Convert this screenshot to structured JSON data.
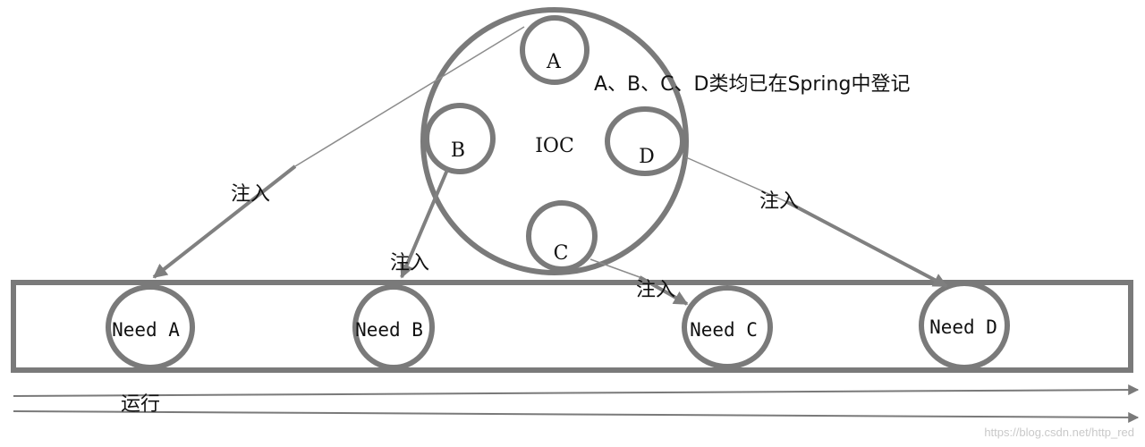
{
  "ioc": {
    "label": "IOC",
    "beans": [
      "A",
      "B",
      "C",
      "D"
    ],
    "note": "A、B、C、D类均已在Spring中登记"
  },
  "consumers": [
    {
      "label": "Need A"
    },
    {
      "label": "Need B"
    },
    {
      "label": "Need C"
    },
    {
      "label": "Need D"
    }
  ],
  "edges": [
    {
      "label": "注入"
    },
    {
      "label": "注入"
    },
    {
      "label": "注入"
    },
    {
      "label": "注入"
    }
  ],
  "runtime_label": "运行",
  "watermark": "https://blog.csdn.net/http_red",
  "colors": {
    "stroke": "#7a7a7a",
    "text": "#111111",
    "background": "#ffffff"
  }
}
